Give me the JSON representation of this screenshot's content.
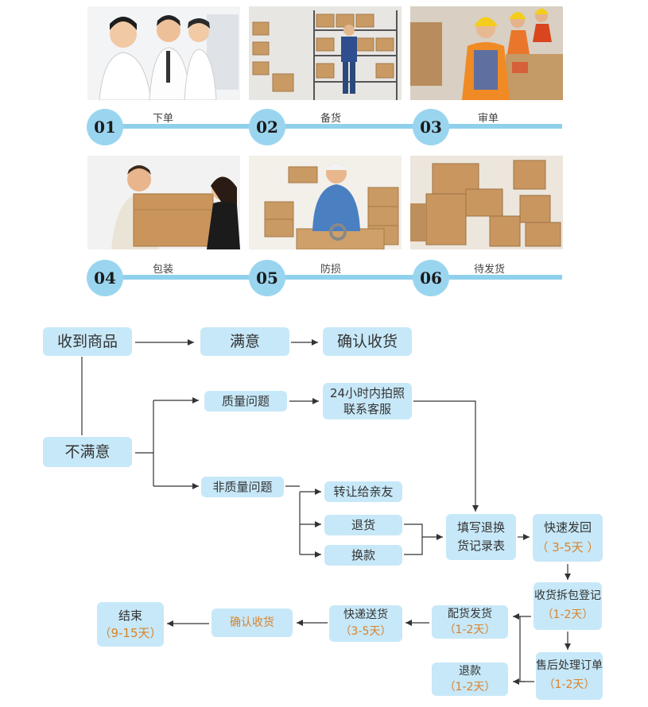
{
  "steps": [
    {
      "num": "01",
      "label": "下单"
    },
    {
      "num": "02",
      "label": "备货"
    },
    {
      "num": "03",
      "label": "审单"
    },
    {
      "num": "04",
      "label": "包装"
    },
    {
      "num": "05",
      "label": "防损"
    },
    {
      "num": "06",
      "label": "待发货"
    }
  ],
  "flow": {
    "received": "收到商品",
    "satisfied": "满意",
    "confirm_top": "确认收货",
    "unsatisfied": "不满意",
    "quality_issue": "质量问题",
    "photo_line1": "24小时内拍照",
    "photo_line2": "联系客服",
    "non_quality_issue": "非质量问题",
    "transfer": "转让给亲友",
    "return_goods": "退货",
    "exchange": "换款",
    "fill_line1": "填写退换",
    "fill_line2": "货记录表",
    "express_back": "快速发回",
    "express_back_time": "（ 3-5天 ）",
    "receive_register": "收货拆包登记",
    "receive_register_time": "（1-2天）",
    "after_sale": "售后处理订单",
    "after_sale_time": "（1-2天）",
    "distribute": "配货发货",
    "distribute_time": "（1-2天）",
    "refund": "退款",
    "refund_time": "（1-2天）",
    "express_delivery": "快递送货",
    "express_delivery_time": "（3-5天）",
    "confirm_bottom": "确认收货",
    "end": "结束",
    "end_time": "（9-15天）"
  },
  "colors": {
    "box": "#c7e8f8",
    "step": "#9ad5ef",
    "line": "#333333",
    "accent": "#d9822b"
  }
}
